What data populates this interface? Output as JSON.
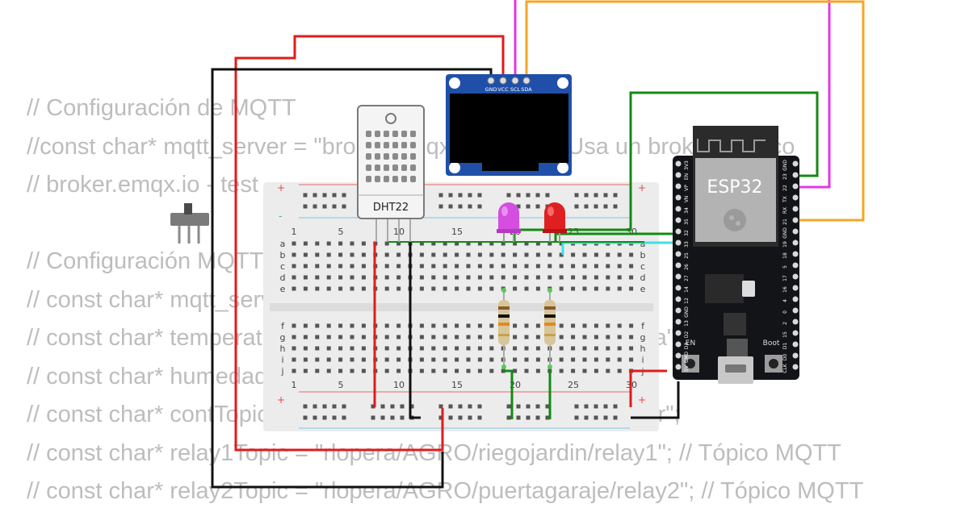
{
  "code_lines": [
    "// Configuración de MQTT",
    "//const char* mqtt_server = \"broker.emqx.io.com\"; // Usa un broker público",
    "// broker.emqx.io - test",
    "",
    "// Configuración MQTT",
    "// const char* mqtt_server",
    "// const char* temperaturaTopic = \"rlopera/AGRO/temperatura\";",
    "// const char* humedadTopic = \"rlopera/AGRO/humedad\";",
    "// const char* contTopic = \"rlopera/AGRO/riegojardin/contador\";",
    "// const char* relay1Topic = \"rlopera/AGRO/riegojardin/relay1\"; // Tópico MQTT",
    "// const char* relay2Topic = \"rlopera/AGRO/puertagaraje/relay2\"; // Tópico MQTT"
  ],
  "oled": {
    "pins": [
      "GND",
      "VCC",
      "SCL",
      "SDA"
    ]
  },
  "dht": {
    "label": "DHT22"
  },
  "esp32": {
    "label": "ESP32",
    "left_pins": [
      "3V3",
      "EN",
      "VP",
      "VN",
      "34",
      "35",
      "32",
      "33",
      "25",
      "26",
      "27",
      "14",
      "12",
      "GND",
      "13",
      "D2",
      "D3",
      "CMD",
      "5V"
    ],
    "right_pins": [
      "GND",
      "23",
      "22",
      "TX",
      "RX",
      "21",
      "GND",
      "19",
      "18",
      "5",
      "17",
      "16",
      "4",
      "0",
      "2",
      "15",
      "D1",
      "D0",
      "CLK"
    ],
    "button_en": "EN",
    "button_boot": "Boot"
  },
  "breadboard": {
    "col_numbers": [
      "1",
      "5",
      "10",
      "15",
      "20",
      "25",
      "30"
    ],
    "rows_top": [
      "a",
      "b",
      "c",
      "d",
      "e"
    ],
    "rows_bottom": [
      "f",
      "g",
      "h",
      "i",
      "j"
    ],
    "rail_plus": "+",
    "rail_minus": "-"
  },
  "colors": {
    "wire_red": "#e11b1b",
    "wire_black": "#111111",
    "wire_magenta": "#e436e4",
    "wire_orange": "#f5a623",
    "wire_green": "#138a13",
    "wire_cyan": "#3ee0e8",
    "oled_pcb": "#1f4fa8",
    "esp32_pcb": "#121418",
    "breadboard": "#eeeeee"
  }
}
